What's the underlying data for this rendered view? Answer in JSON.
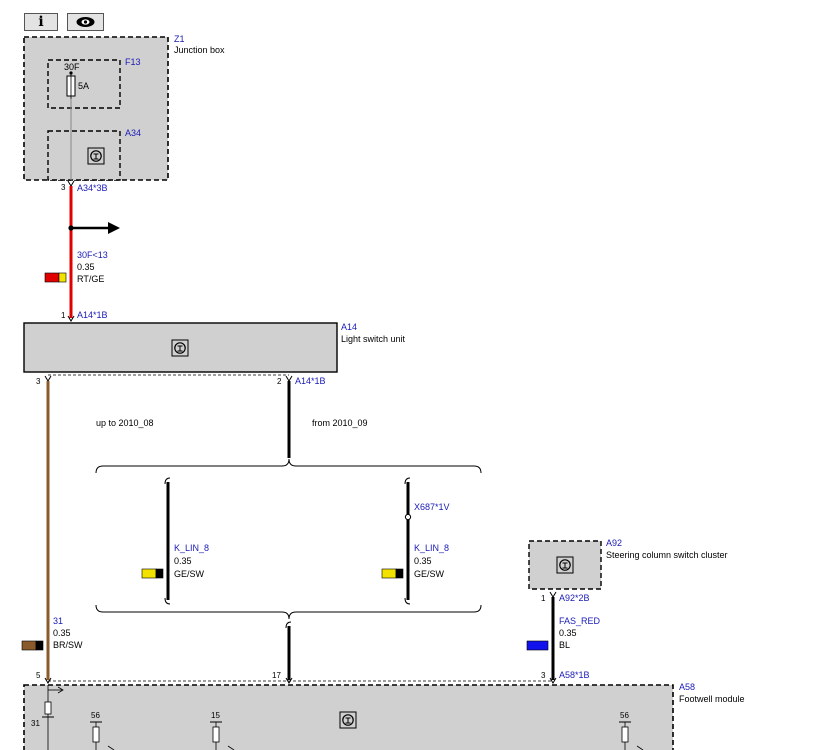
{
  "toolbar": {
    "info_icon": "info-icon",
    "view_icon": "eye-icon"
  },
  "components": {
    "z1": {
      "id": "Z1",
      "name": "Junction box"
    },
    "f13": {
      "id": "F13",
      "terminal": "30F",
      "rating": "5A"
    },
    "a34": {
      "id": "A34"
    },
    "a14": {
      "id": "A14",
      "name": "Light switch unit"
    },
    "a92": {
      "id": "A92",
      "name": "Steering column switch cluster"
    },
    "a58": {
      "id": "A58",
      "name": "Footwell module"
    }
  },
  "connectors": {
    "a34_3b": {
      "pin": "3",
      "label": "A34*3B"
    },
    "a14_1b_top": {
      "pin": "1",
      "label": "A14*1B"
    },
    "a14_left_pin": "3",
    "a14_1b_right": {
      "pin": "2",
      "label": "A14*1B"
    },
    "x687": {
      "label": "X687*1V"
    },
    "a92_2b": {
      "pin": "1",
      "label": "A92*2B"
    },
    "a58_1b": {
      "pin": "3",
      "label": "A58*1B"
    },
    "a58_pin_left": "5",
    "a58_pin_mid": "17"
  },
  "wires": {
    "w30f": {
      "signal": "30F<13",
      "size": "0.35",
      "color_code": "RT/GE",
      "colors": [
        "#e00000",
        "#f2e200"
      ]
    },
    "w31": {
      "signal": "31",
      "size": "0.35",
      "color_code": "BR/SW",
      "colors": [
        "#8b5a2b",
        "#000000"
      ]
    },
    "klin_left": {
      "signal": "K_LIN_8",
      "size": "0.35",
      "color_code": "GE/SW",
      "colors": [
        "#f2e200",
        "#000000"
      ]
    },
    "klin_right": {
      "signal": "K_LIN_8",
      "size": "0.35",
      "color_code": "GE/SW",
      "colors": [
        "#f2e200",
        "#000000"
      ]
    },
    "fas_red": {
      "signal": "FAS_RED",
      "size": "0.35",
      "color_code": "BL",
      "colors": [
        "#1111ee"
      ]
    }
  },
  "variants": {
    "left": "up to 2010_08",
    "right": "from 2010_09"
  },
  "module_pins": {
    "pin31": "31",
    "pin56a": "56",
    "pin15": "15",
    "pin56b": "56"
  }
}
